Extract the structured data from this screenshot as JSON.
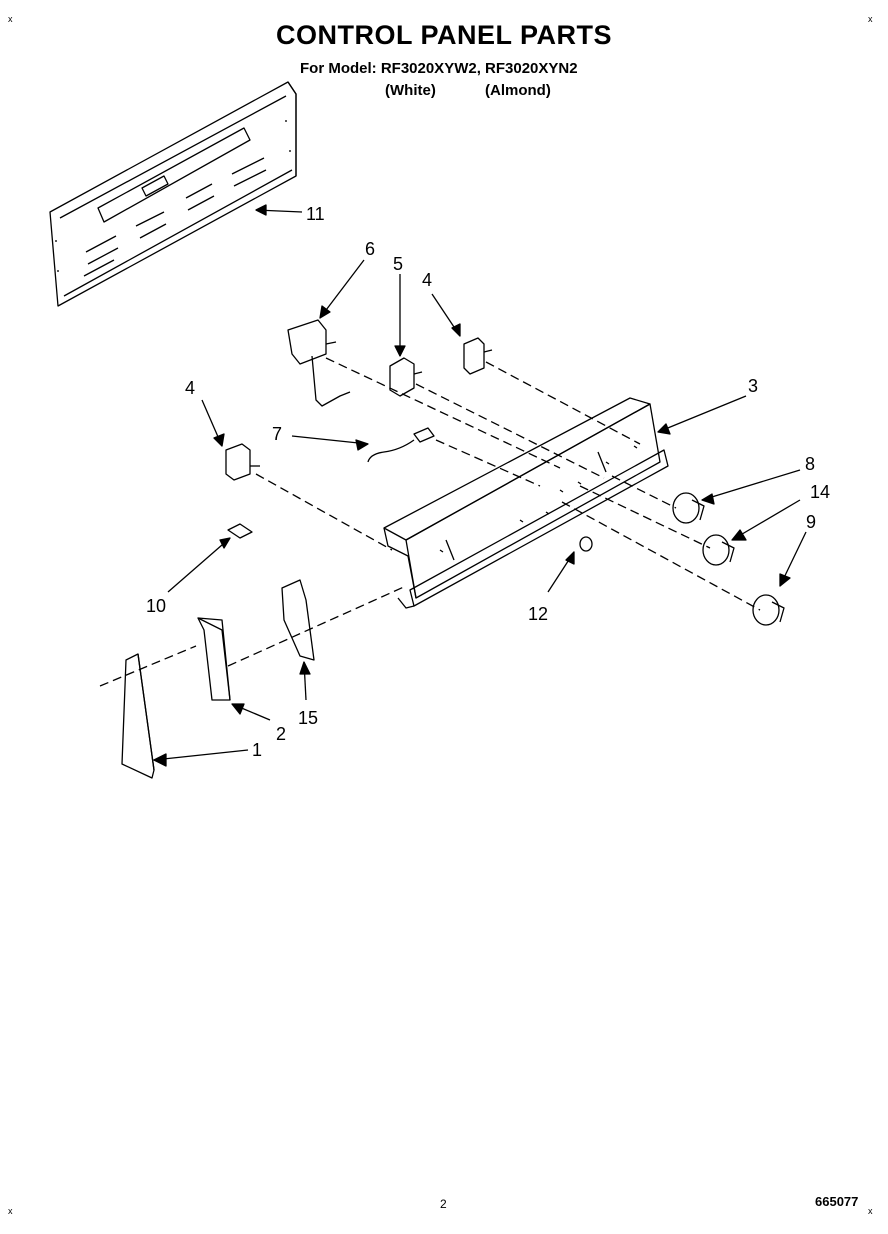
{
  "title": "CONTROL PANEL PARTS",
  "model_line": "For Model: RF3020XYW2, RF3020XYN2",
  "variants": [
    "(White)",
    "(Almond)"
  ],
  "page_number": "2",
  "document_number": "665077",
  "corner_marks": [
    "x",
    "x",
    "x",
    "x"
  ],
  "callouts": [
    "11",
    "6",
    "5",
    "4",
    "3",
    "4",
    "7",
    "8",
    "14",
    "9",
    "10",
    "12",
    "2",
    "15",
    "1"
  ]
}
